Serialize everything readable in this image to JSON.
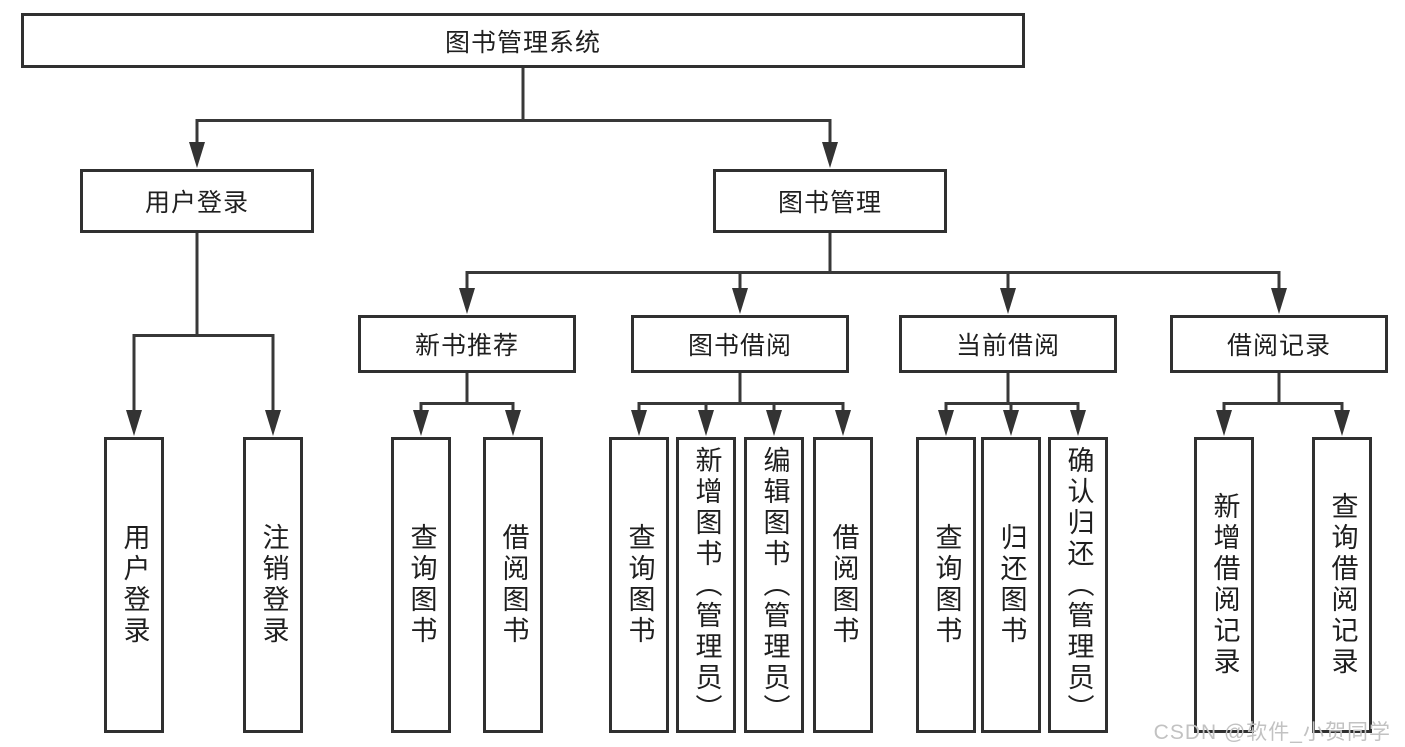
{
  "diagram": {
    "title": "图书管理系统",
    "level2": {
      "user_login": "用户登录",
      "book_mgmt": "图书管理"
    },
    "level3": {
      "new_books": "新书推荐",
      "book_borrow": "图书借阅",
      "current_borrow": "当前借阅",
      "borrow_records": "借阅记录"
    },
    "leaves": {
      "user_login": [
        "用户登录",
        "注销登录"
      ],
      "new_books": [
        "查询图书",
        "借阅图书"
      ],
      "book_borrow": [
        "查询图书",
        "新增图书（管理员）",
        "编辑图书（管理员）",
        "借阅图书"
      ],
      "current_borrow": [
        "查询图书",
        "归还图书",
        "确认归还（管理员）"
      ],
      "borrow_records": [
        "新增借阅记录",
        "查询借阅记录"
      ]
    }
  },
  "watermark": "CSDN @软件_小贺同学",
  "colors": {
    "line": "#383838",
    "box_border": "#303030",
    "text": "#1f1f1f",
    "watermark": "#c2c2c2",
    "background": "#ffffff"
  }
}
